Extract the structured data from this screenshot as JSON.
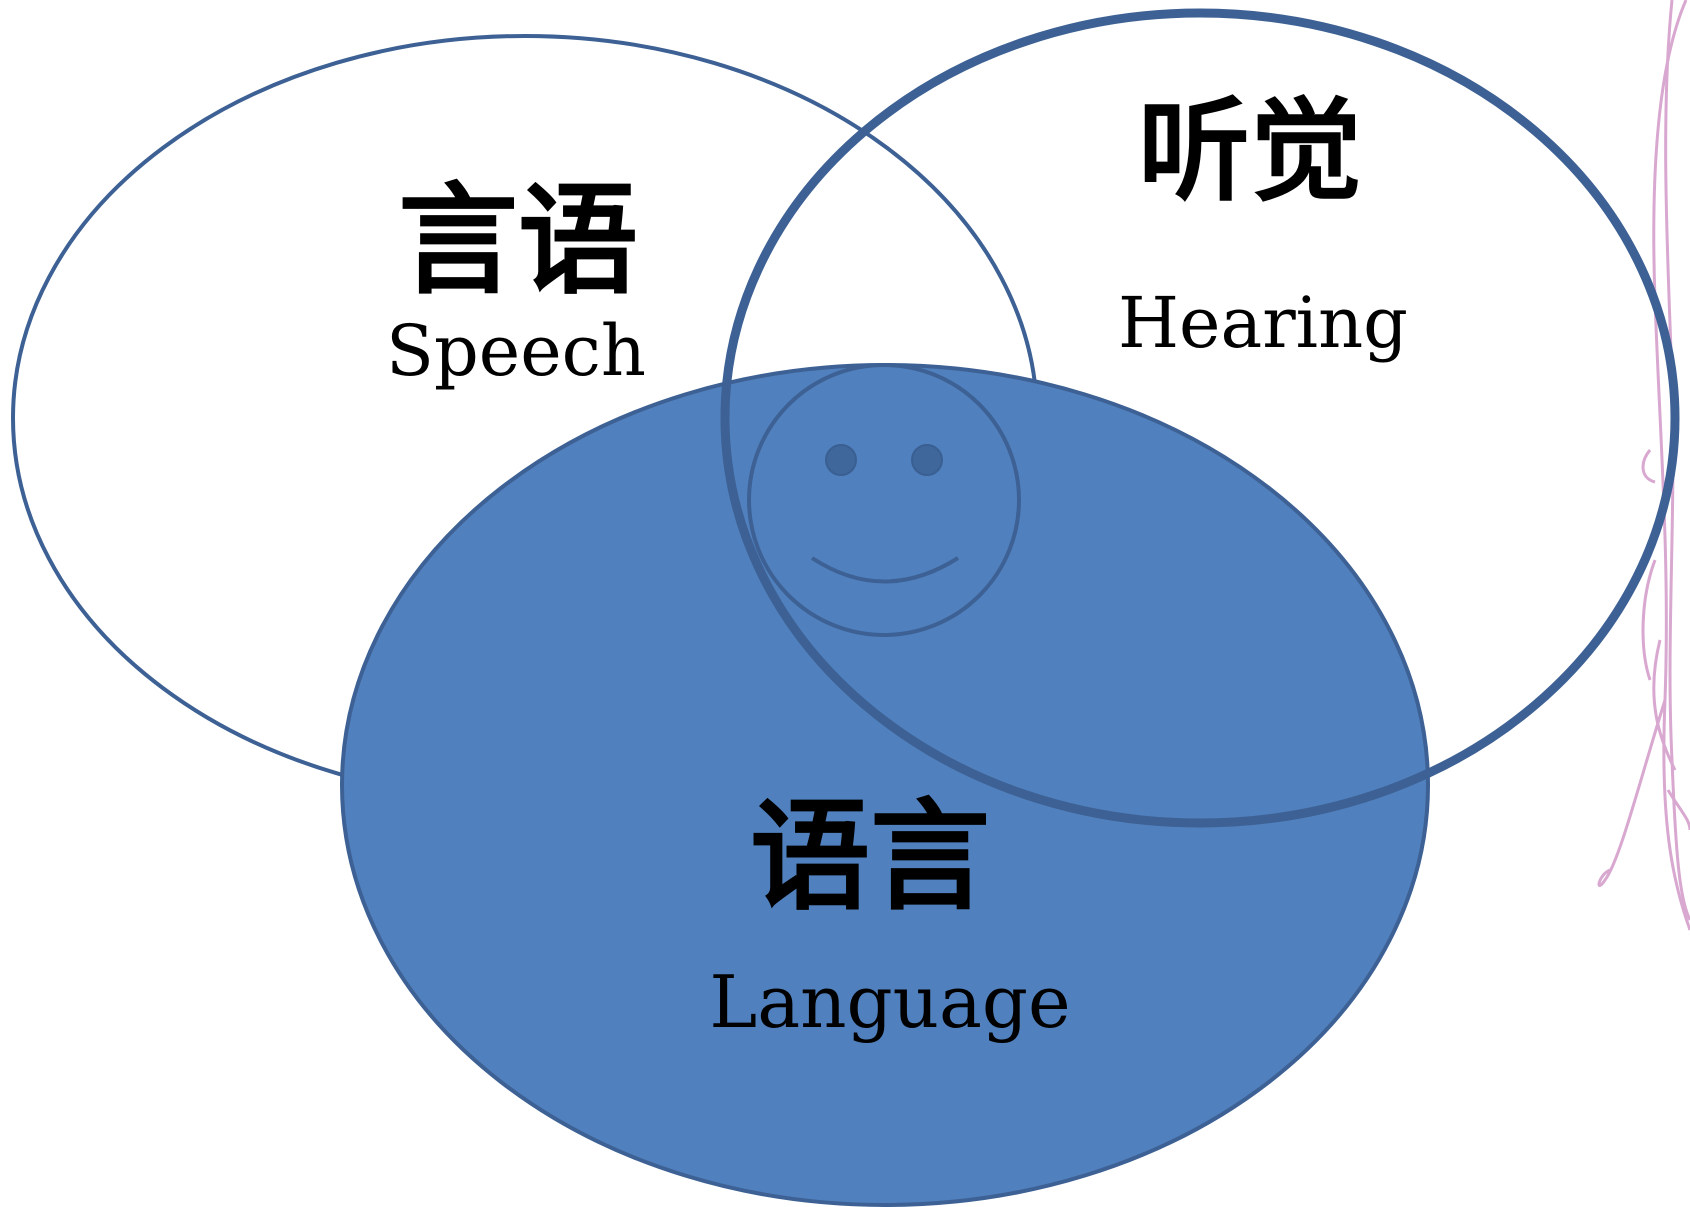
{
  "diagram": {
    "colors": {
      "background": "#ffffff",
      "outline": "#3d6194",
      "language_fill": "#5080bd",
      "face_stroke": "#3d6194",
      "face_eyes": "#3f679b",
      "decoration": "#d8a8d0",
      "text": "#000000"
    },
    "sets": [
      {
        "id": "speech",
        "label_zh": "言语",
        "label_en": "Speech",
        "filled": false
      },
      {
        "id": "hearing",
        "label_zh": "听觉",
        "label_en": "Hearing",
        "filled": false
      },
      {
        "id": "language",
        "label_zh": "语言",
        "label_en": "Language",
        "filled": true
      }
    ],
    "center_icon": "smiley-face-icon",
    "decoration_icon": "floral-vine-icon"
  }
}
